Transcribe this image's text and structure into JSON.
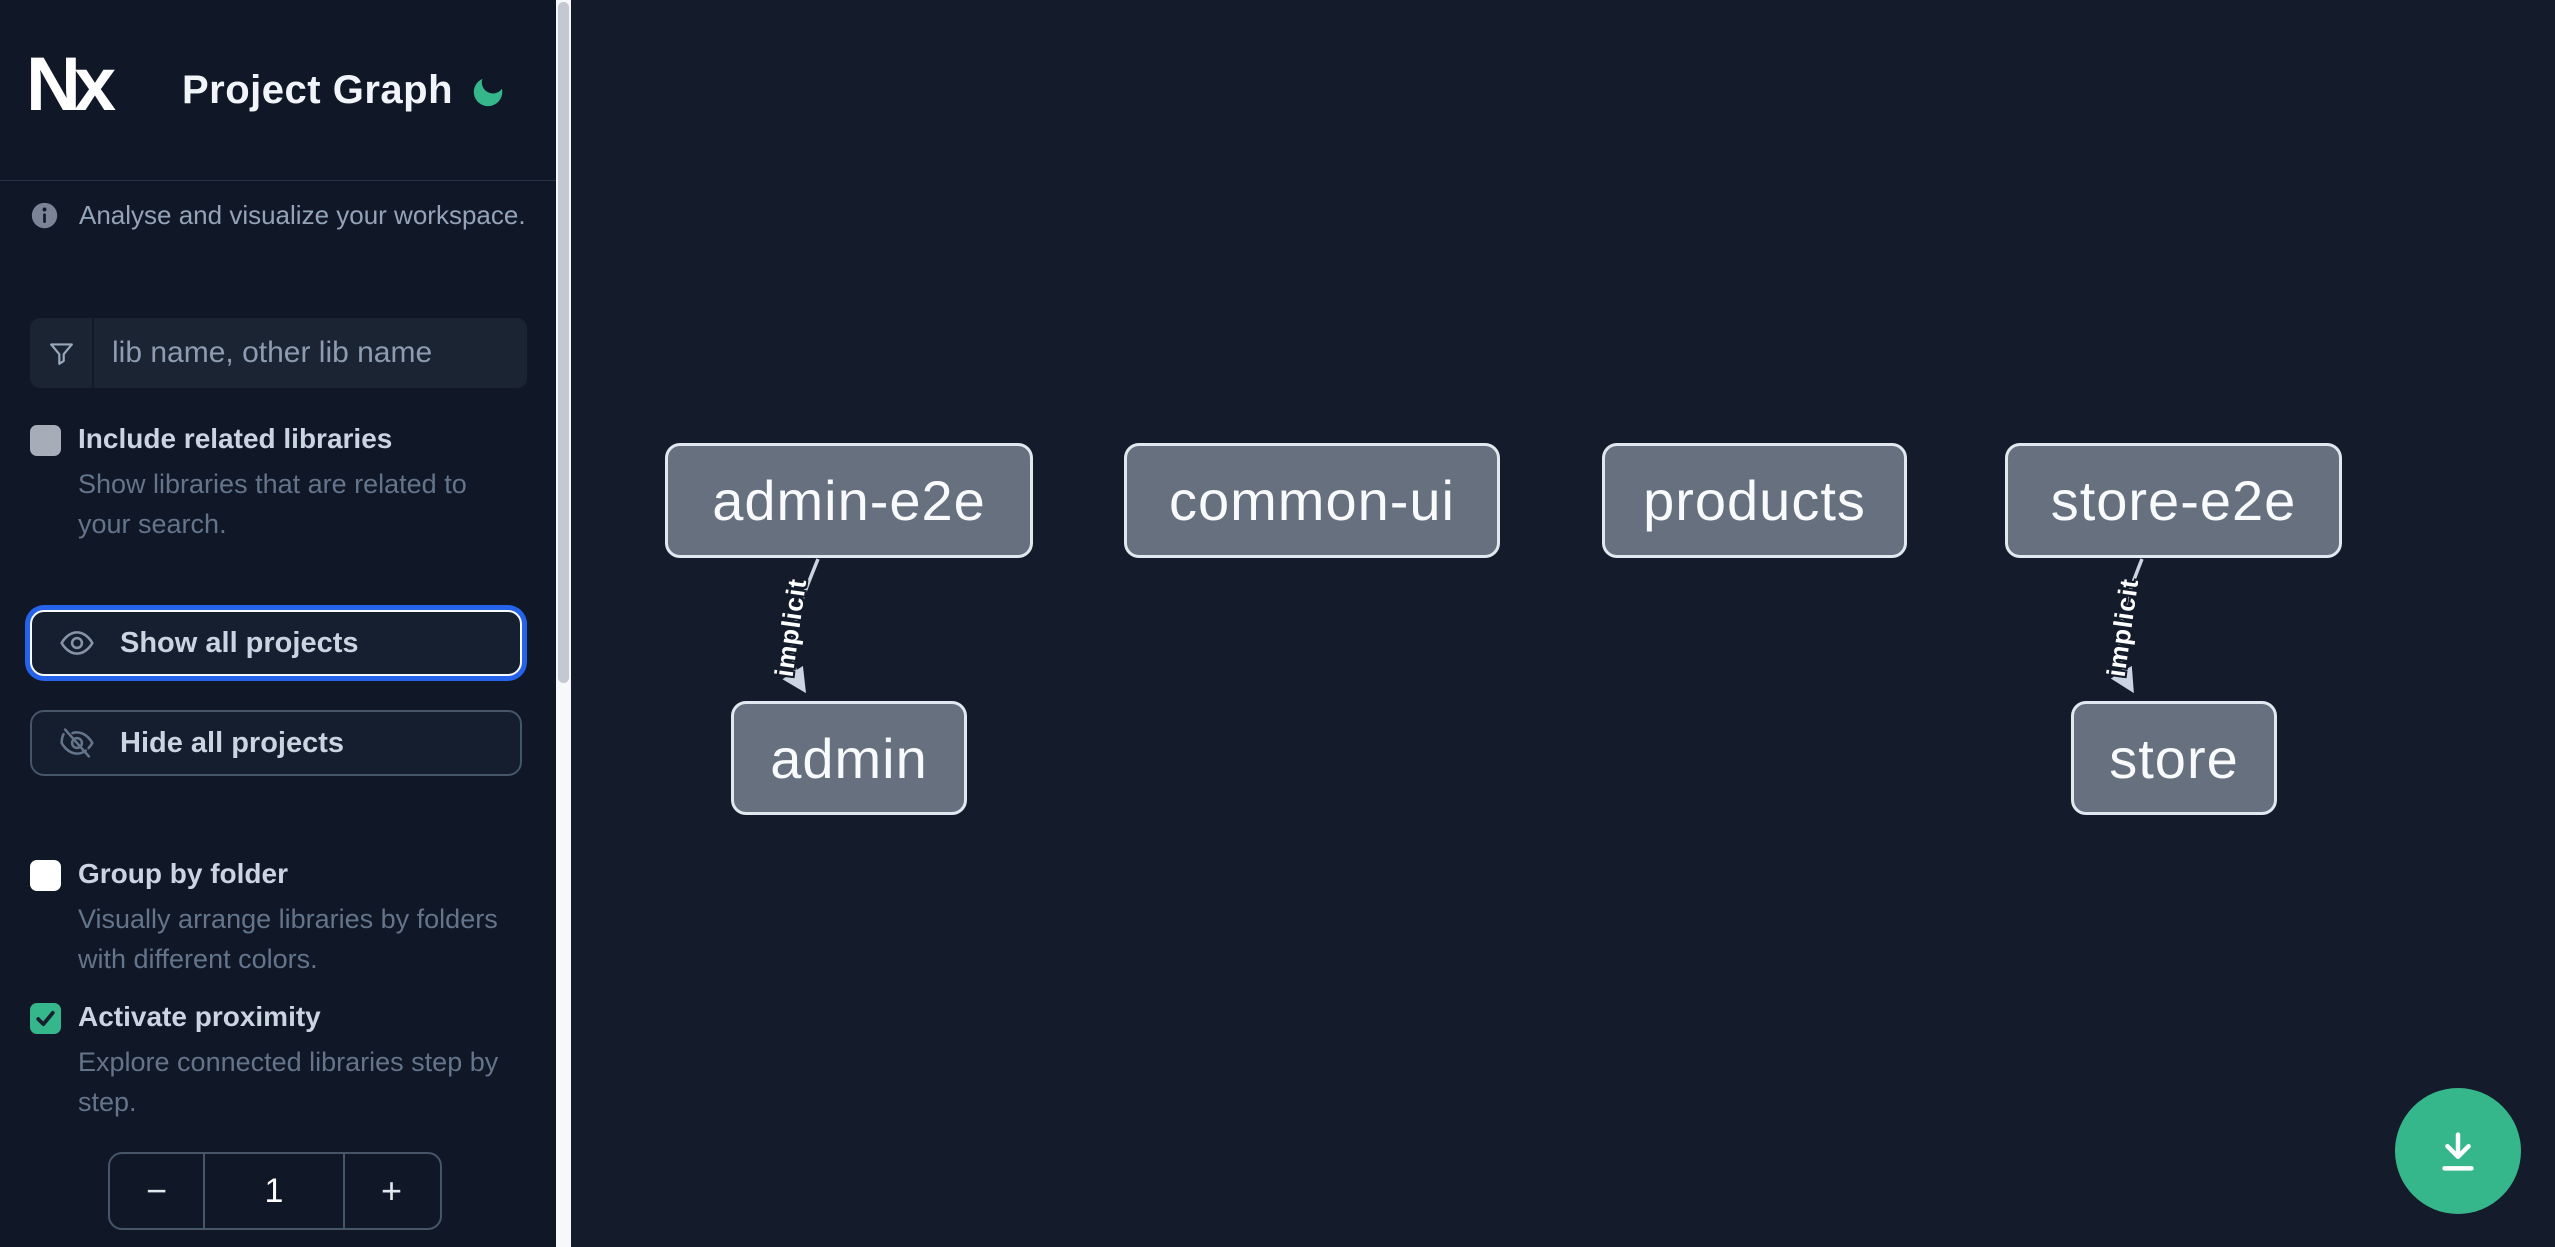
{
  "colors": {
    "sidebar-bg": "#101727",
    "canvas-bg": "#141b2b",
    "accent-green": "#35b78b",
    "focus-blue": "#2563eb",
    "node-fill": "#67707f",
    "node-border": "#e2e8f0",
    "edge": "#cbd5e1",
    "text-bright": "#f1f5f9",
    "text-label": "#cbd5e1",
    "text-muted": "#64748b",
    "checkbox-gray": "#a6adb9"
  },
  "header": {
    "logo_text": "Nx",
    "title": "Project Graph",
    "theme_icon": "moon"
  },
  "sidebar": {
    "info_text": "Analyse and visualize your workspace.",
    "search": {
      "placeholder": "lib name, other lib name"
    },
    "include_related": {
      "label": "Include related libraries",
      "description": "Show libraries that are related to your search.",
      "checked": false
    },
    "show_all": {
      "label": "Show all projects"
    },
    "hide_all": {
      "label": "Hide all projects"
    },
    "group_by_folder": {
      "label": "Group by folder",
      "description": "Visually arrange libraries by folders with different colors.",
      "checked": false
    },
    "activate_proximity": {
      "label": "Activate proximity",
      "description": "Explore connected libraries step by step.",
      "checked": true
    },
    "proximity_stepper": {
      "decrement": "−",
      "value": "1",
      "increment": "+"
    }
  },
  "graph": {
    "nodes": [
      {
        "label": "admin-e2e"
      },
      {
        "label": "common-ui"
      },
      {
        "label": "products"
      },
      {
        "label": "store-e2e"
      },
      {
        "label": "admin"
      },
      {
        "label": "store"
      }
    ],
    "edges": [
      {
        "source": "admin-e2e",
        "target": "admin",
        "label": "implicit"
      },
      {
        "source": "store-e2e",
        "target": "store",
        "label": "implicit"
      }
    ]
  }
}
